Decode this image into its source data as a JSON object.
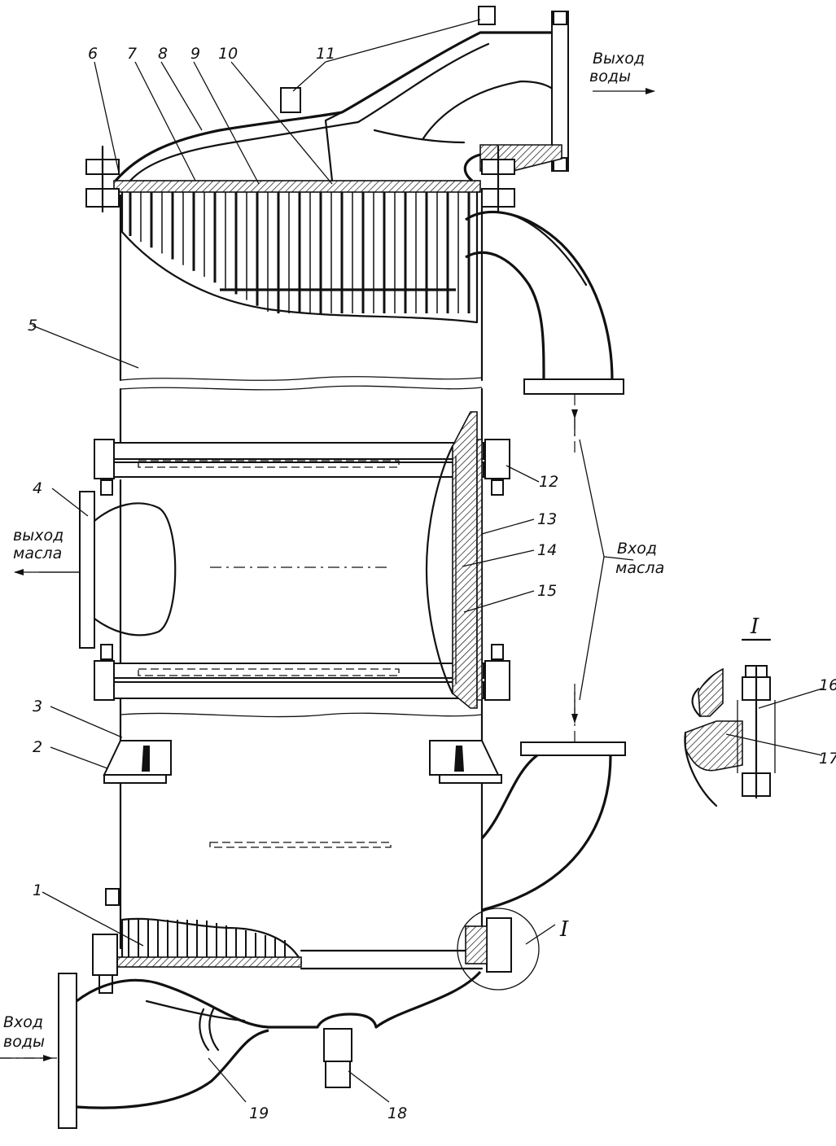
{
  "captions": {
    "water_out_line1": "Выход",
    "water_out_line2": "воды",
    "oil_out_line1": "выход",
    "oil_out_line2": "масла",
    "oil_in_line1": "Вход",
    "oil_in_line2": "масла",
    "water_in_line1": "Вход",
    "water_in_line2": "воды"
  },
  "detail_label": "I",
  "section_title": "I",
  "part_numbers": [
    "1",
    "2",
    "3",
    "4",
    "5",
    "6",
    "7",
    "8",
    "9",
    "10",
    "11",
    "12",
    "13",
    "14",
    "15",
    "16",
    "17",
    "18",
    "19"
  ]
}
